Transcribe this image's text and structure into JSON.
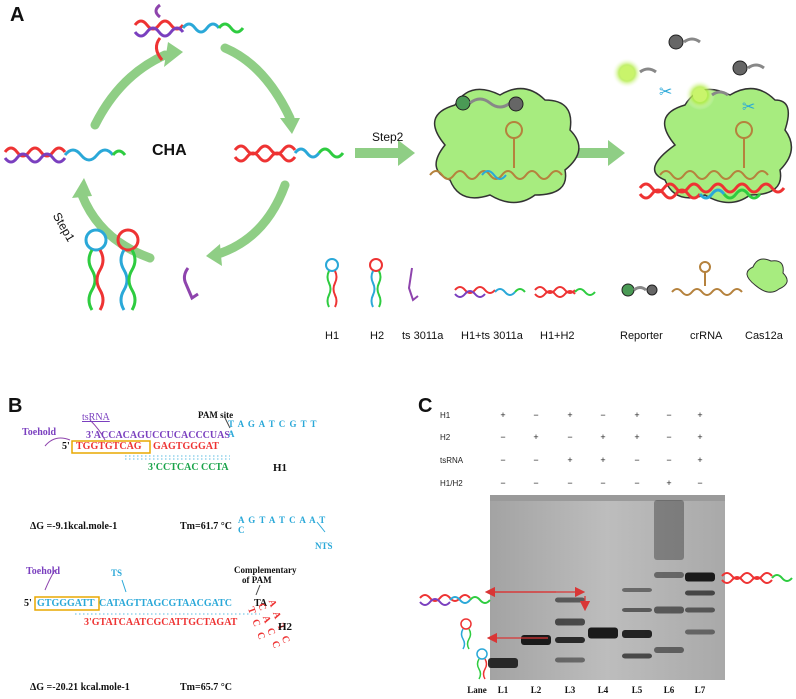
{
  "panel_a": {
    "letter": "A",
    "cha_label": "CHA",
    "step1": "Step1",
    "step2": "Step2",
    "legend": [
      "H1",
      "H2",
      "ts 3011a",
      "H1+ts 3011a",
      "H1+H2",
      "Reporter",
      "crRNA",
      "Cas12a"
    ]
  },
  "panel_b": {
    "letter": "B",
    "h1": {
      "toehold": "Toehold",
      "tsrna": "tsRNA",
      "pam_site": "PAM site",
      "strand_top": "3'ACCACAGUCCUCACCCUAS",
      "strand_mid_prefix": "5'",
      "strand_mid_box": "TGGTGTCAG",
      "strand_mid_rest": "GAGTGGGAT",
      "strand_bottom": "3'CCTCAC CCTA",
      "loop_top": "T A G A T C G T T A",
      "loop_bottom": "A G T A T C A A T C",
      "name": "H1",
      "nts": "NTS",
      "dg": "ΔG =-9.1kcal.mole-1",
      "tm": "Tm=61.7 °C"
    },
    "h2": {
      "toehold": "Toehold",
      "ts": "TS",
      "complementary": "Complementary",
      "of_pam": "of PAM",
      "strand_top_prefix": "5'",
      "strand_top_box": "GTGGGATT",
      "strand_top_rest": "CATAGTTAGCGTAACGATC",
      "strand_top_end": "TA",
      "strand_bottom": "3'GTATCAATCGCATTGCTAGAT",
      "loop": "A A T C C A C C T C C",
      "name": "H2",
      "dg": "ΔG =-20.21 kcal.mole-1",
      "tm": "Tm=65.7 °C"
    }
  },
  "panel_c": {
    "letter": "C",
    "row_labels": [
      "H1",
      "H2",
      "tsRNA",
      "H1/H2"
    ],
    "grid": [
      [
        "+",
        "−",
        "+",
        "−",
        "+",
        "−",
        "+"
      ],
      [
        "−",
        "+",
        "−",
        "+",
        "+",
        "−",
        "+"
      ],
      [
        "−",
        "−",
        "+",
        "+",
        "−",
        "−",
        "+"
      ],
      [
        "−",
        "−",
        "−",
        "−",
        "−",
        "+",
        "−"
      ]
    ],
    "lane_header": "Lane",
    "lanes": [
      "L1",
      "L2",
      "L3",
      "L4",
      "L5",
      "L6",
      "L7"
    ]
  }
}
